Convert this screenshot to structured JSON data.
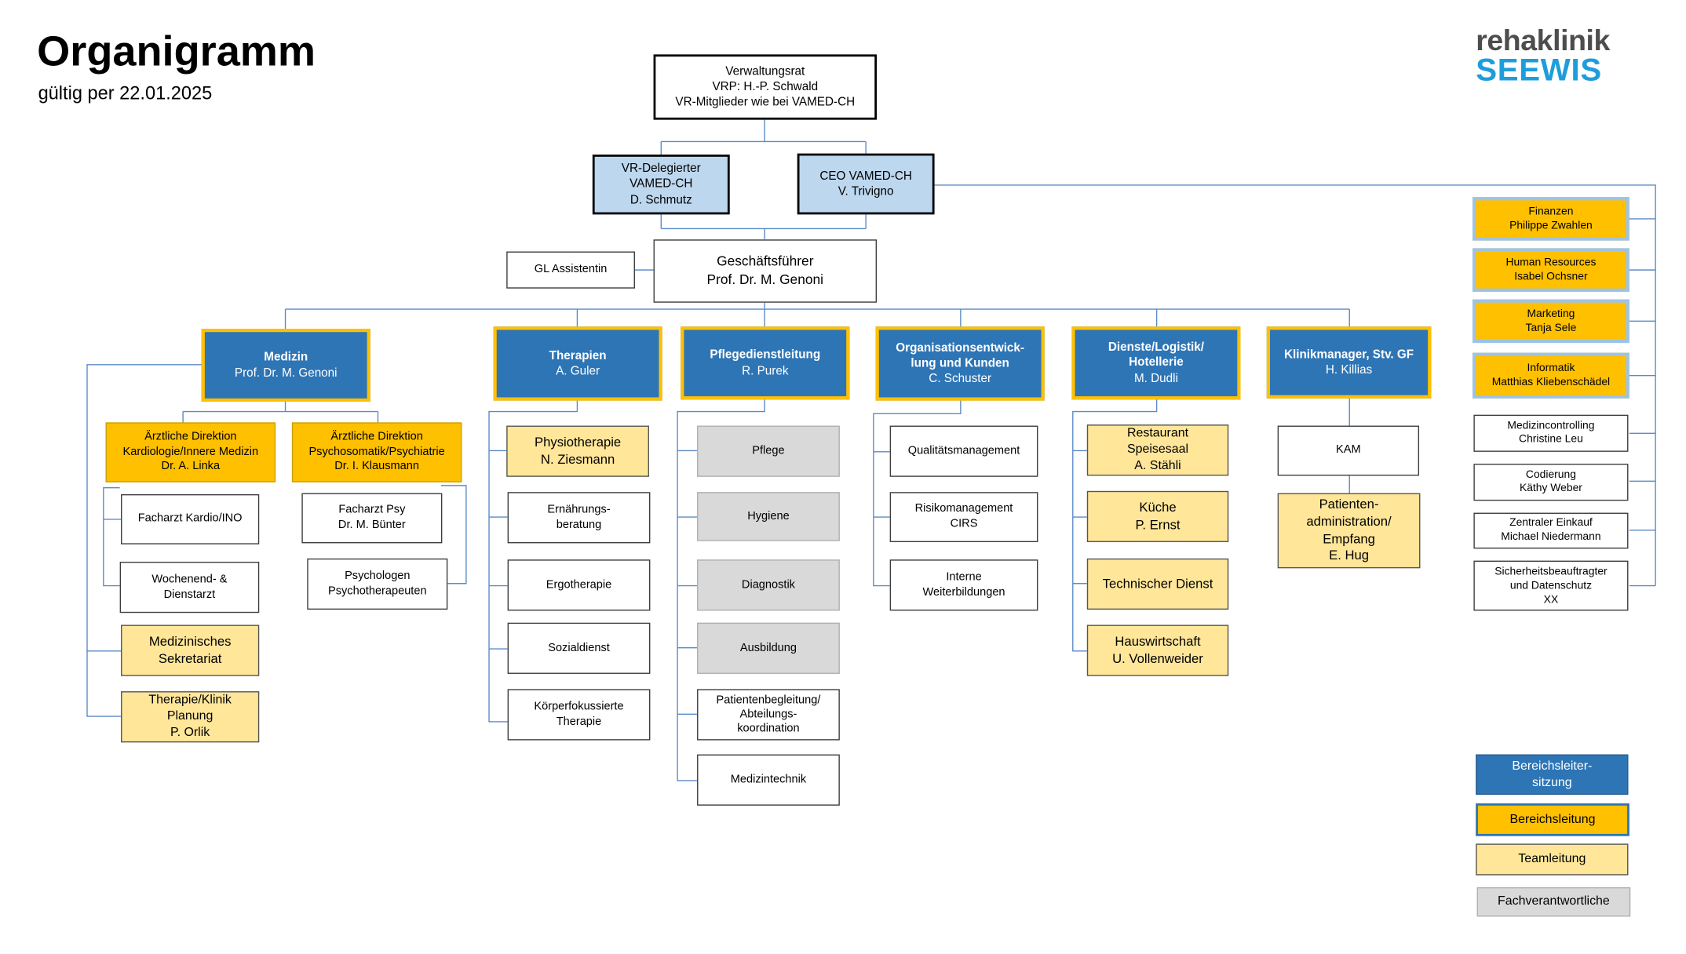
{
  "header": {
    "title": "Organigramm",
    "subtitle": "gültig per 22.01.2025",
    "logo_line1": "rehaklinik",
    "logo_line2": "SEEWIS"
  },
  "colors": {
    "bereichsleitersitzung": "#2e75b6",
    "bereichsleitung": "#ffc000",
    "teamleitung": "#ffe699",
    "fachverantwortliche": "#d9d9d9",
    "board": "#bdd7ee",
    "logo_blue": "#1e9ddc"
  },
  "nodes": {
    "vr": {
      "lines": [
        "Verwaltungsrat",
        "VRP: H.-P. Schwald",
        "VR-Mitglieder wie bei VAMED-CH"
      ]
    },
    "delegierter": {
      "lines": [
        "VR-Delegierter",
        "VAMED-CH",
        "D. Schmutz"
      ]
    },
    "ceo": {
      "lines": [
        "CEO VAMED-CH",
        "V. Trivigno"
      ]
    },
    "gf": {
      "lines": [
        "Geschäftsführer",
        "Prof. Dr. M. Genoni"
      ]
    },
    "gl_assistentin": {
      "lines": [
        "GL Assistentin"
      ]
    },
    "medizin": {
      "title": "Medizin",
      "sub": "Prof. Dr. M. Genoni"
    },
    "therapien": {
      "title": "Therapien",
      "sub": "A. Guler"
    },
    "pflege_leitung": {
      "title": "Pflegedienstleitung",
      "sub": "R. Purek"
    },
    "orga": {
      "title": "Organisationsentwick-\nlung und Kunden",
      "sub": "C. Schuster"
    },
    "dienste": {
      "title": "Dienste/Logistik/\nHotellerie",
      "sub": "M. Dudli"
    },
    "klinikmanager": {
      "title": "Klinikmanager, Stv. GF",
      "sub": "H. Killias"
    },
    "ad_kardio": {
      "lines": [
        "Ärztliche Direktion",
        "Kardiologie/Innere Medizin",
        "Dr. A. Linka"
      ]
    },
    "ad_psy": {
      "lines": [
        "Ärztliche Direktion",
        "Psychosomatik/Psychiatrie",
        "Dr. I. Klausmann"
      ]
    },
    "fa_kardio": {
      "lines": [
        "Facharzt Kardio/INO"
      ]
    },
    "wochenend": {
      "lines": [
        "Wochenend- &",
        "Dienstarzt"
      ]
    },
    "med_sekretariat": {
      "lines": [
        "Medizinisches",
        "Sekretariat"
      ]
    },
    "therapie_planung": {
      "lines": [
        "Therapie/Klinik",
        "Planung",
        "P. Orlik"
      ]
    },
    "fa_psy": {
      "lines": [
        "Facharzt Psy",
        "Dr. M. Bünter"
      ]
    },
    "psychologen": {
      "lines": [
        "Psychologen",
        "Psychotherapeuten"
      ]
    },
    "physio": {
      "lines": [
        "Physiotherapie",
        "N. Ziesmann"
      ]
    },
    "ernaehrung": {
      "lines": [
        "Ernährungs-",
        "beratung"
      ]
    },
    "ergo": {
      "lines": [
        "Ergotherapie"
      ]
    },
    "sozial": {
      "lines": [
        "Sozialdienst"
      ]
    },
    "koerper": {
      "lines": [
        "Körperfokussierte",
        "Therapie"
      ]
    },
    "pflege": {
      "lines": [
        "Pflege"
      ]
    },
    "hygiene": {
      "lines": [
        "Hygiene"
      ]
    },
    "diagnostik": {
      "lines": [
        "Diagnostik"
      ]
    },
    "ausbildung": {
      "lines": [
        "Ausbildung"
      ]
    },
    "patientenbegleitung": {
      "lines": [
        "Patientenbegleitung/",
        "Abteilungs-",
        "koordination"
      ]
    },
    "medizintechnik": {
      "lines": [
        "Medizintechnik"
      ]
    },
    "qm": {
      "lines": [
        "Qualitätsmanagement"
      ]
    },
    "risiko": {
      "lines": [
        "Risikomanagement",
        "CIRS"
      ]
    },
    "weiterbildungen": {
      "lines": [
        "Interne",
        "Weiterbildungen"
      ]
    },
    "restaurant": {
      "lines": [
        "Restaurant",
        "Speisesaal",
        "A. Stähli"
      ]
    },
    "kueche": {
      "lines": [
        "Küche",
        "P. Ernst"
      ]
    },
    "technik": {
      "lines": [
        "Technischer Dienst"
      ]
    },
    "hauswirtschaft": {
      "lines": [
        "Hauswirtschaft",
        "U. Vollenweider"
      ]
    },
    "kam": {
      "lines": [
        "KAM"
      ]
    },
    "patientenadmin": {
      "lines": [
        "Patienten-",
        "administration/",
        "Empfang",
        "E. Hug"
      ]
    },
    "finanzen": {
      "lines": [
        "Finanzen",
        "Philippe Zwahlen"
      ]
    },
    "hr": {
      "lines": [
        "Human Resources",
        "Isabel Ochsner"
      ]
    },
    "marketing": {
      "lines": [
        "Marketing",
        "Tanja Sele"
      ]
    },
    "informatik": {
      "lines": [
        "Informatik",
        "Matthias Kliebenschädel"
      ]
    },
    "medcontrolling": {
      "lines": [
        "Medizincontrolling",
        "Christine Leu"
      ]
    },
    "codierung": {
      "lines": [
        "Codierung",
        "Käthy Weber"
      ]
    },
    "einkauf": {
      "lines": [
        "Zentraler Einkauf",
        "Michael Niedermann"
      ]
    },
    "sicherheit": {
      "lines": [
        "Sicherheitsbeauftragter",
        "und Datenschutz",
        "XX"
      ]
    }
  },
  "legend": {
    "bereichsleitersitzung": {
      "lines": [
        "Bereichsleiter-",
        "sitzung"
      ]
    },
    "bereichsleitung": {
      "lines": [
        "Bereichsleitung"
      ]
    },
    "teamleitung": {
      "lines": [
        "Teamleitung"
      ]
    },
    "fachverantwortliche": {
      "lines": [
        "Fachverantwortliche"
      ]
    }
  }
}
